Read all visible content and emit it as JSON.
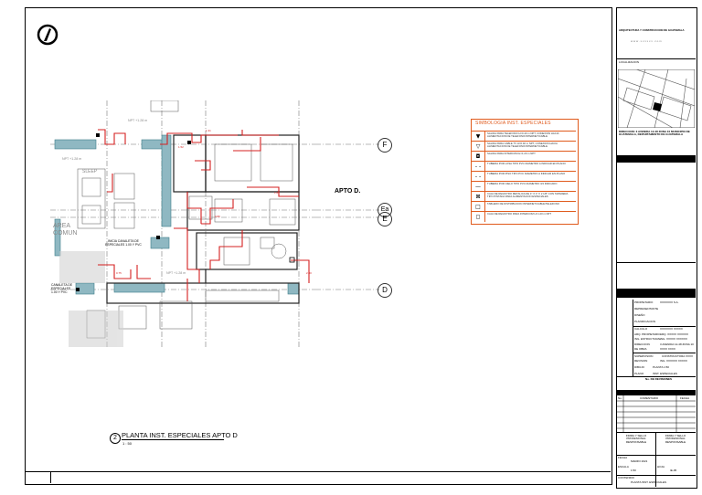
{
  "drawing": {
    "title": "PLANTA INST. ESPECIALES APTO D",
    "scale": "1 : 50",
    "detail_number": "2",
    "apartment_label": "APTO D.",
    "room_labels": {
      "area_comun": "AREA COMUN",
      "sleep": "SLEEP",
      "canaleta_1": "INICIA CANALETA DE ESPECIALES 1.00 Y PVC",
      "canaleta_2": "CANALETA DE ESPECIALES 1.00 Y PVC"
    },
    "grid_labels": [
      "F",
      "Ea",
      "E",
      "D"
    ],
    "level_tags": [
      "NPT +1.28 m",
      "NPT +1.28 m",
      "NPT +1.28 m"
    ]
  },
  "legend": {
    "title": "SIMBOLOGIA INST. ESPECIALES",
    "items": [
      {
        "symbol": "▼",
        "text": "SALIDA PARA TELEFONO H=0.40 m NPT, CONEXION HACIA ALIMENTACION DE TELEFONO/INTERNET/CABLE"
      },
      {
        "symbol": "▽",
        "text": "SALIDA PARA CABLE TV H=0.40 m NPT, CONEXION HACIA ALIMENTACION DE TELEFONO/INTERNET/CABLE"
      },
      {
        "symbol": "◘",
        "text": "SALIDA PARA INTERCOM H=1.20 m NPT"
      },
      {
        "symbol": "- -",
        "text": "TUBERIA POR LOSA TIPO PVC DIAMETRO A INDICAR EN PLANO"
      },
      {
        "symbol": "- -",
        "text": "TUBERIA POR PISO TIPO PVC DIAMETRO A INDICAR EN PLANO"
      },
      {
        "symbol": "—",
        "text": "TUBERIA POR CIELO TIPO PVC DIAMETRO 3/4 INDICADO"
      },
      {
        "symbol": "⊠",
        "text": "CAJA DE REGISTRO METALICA DE 4\" X 4\" X 2 1/8\" CON TAPADERA TIPO PINTADA PARA ALIMENTACION ESPECIALES"
      },
      {
        "symbol": "□",
        "text": "TABLERO DE DISTRIBUCION INTERNET/CABLE/TELEFONO"
      },
      {
        "symbol": "◻",
        "text": "CAJA DE REGISTRO PARA INTERCOM H=1.20 m NPT"
      }
    ]
  },
  "title_block": {
    "company_header": "ARQUITECTURA Y CONSTRUCCION DE GUATEMALA",
    "website": "w w w . x x x x x x . c o m",
    "location_label": "LOCALIZACION",
    "address": "DIRECCION: 3 AVENIDA 12-48 ZONA 10 MUNICIPIO DE GUATEMALA, DEPARTAMENTO DE GUATEMALA",
    "info_rows": [
      {
        "label": "PROPIETARIO",
        "value": "XXXXXXX S.A."
      },
      {
        "label": "REPRESENTANTE",
        "value": ""
      },
      {
        "label": "DISEÑO",
        "value": ""
      },
      {
        "label": "PLANIFICACION",
        "value": ""
      },
      {
        "label": "CALCULO",
        "value": "XXXXXXX XXXXX"
      },
      {
        "label": "ARQ. PROPIETARIO",
        "value": "ARQ. XXXXX XXXXXX"
      },
      {
        "label": "ING. ESTRUCTURAL",
        "value": "ING. XXXXX XXXXXX"
      },
      {
        "label": "DIRECCION",
        "value": "3 AVENIDA 12-48 ZONA 10"
      },
      {
        "label": "DE OBRA",
        "value": "XXXX XXXX"
      },
      {
        "label": "SUPERVISION",
        "value": "CONSTRUCTORA XXXX"
      },
      {
        "label": "REVISION",
        "value": "ING. XXXXXX XXXXX"
      },
      {
        "label": "DIBUJO",
        "value": "PLANTA 1:50"
      },
      {
        "label": "PLANO",
        "value": "INST. ESPECIALES"
      }
    ],
    "revisions_header": "No. DE REVISIONES",
    "rev_columns": [
      "No.",
      "COMENTARIO",
      "FECHA"
    ],
    "signature_left": "FIRMA Y SELLO PROFESIONAL RESPONSABLE",
    "signature_right": "FIRMA Y SELLO PROFESIONAL RESPONSABLE",
    "footer": [
      {
        "label": "FECHA",
        "value": "MARZO 2021"
      },
      {
        "label": "ESCALA",
        "value": "1:50"
      },
      {
        "label": "HOJA",
        "value": "IE-05"
      },
      {
        "label": "CONTENIDO",
        "value": "PLANTA INST. ESPECIALES"
      }
    ]
  }
}
